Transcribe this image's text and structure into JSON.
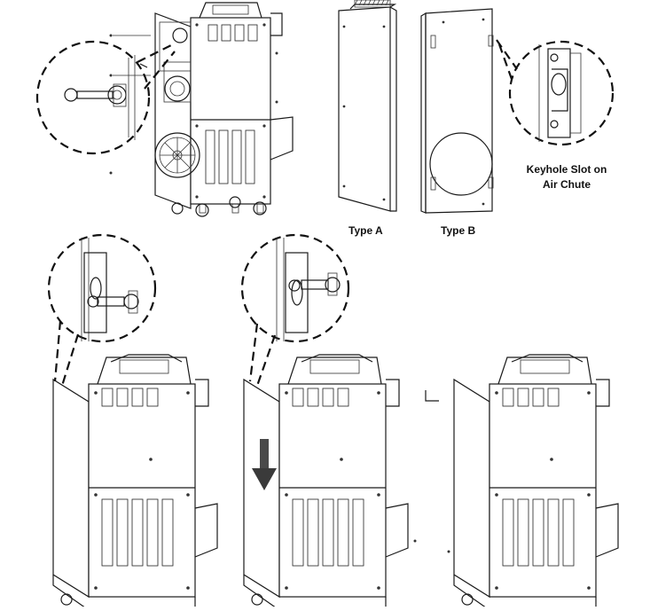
{
  "labels": {
    "type_a": "Type A",
    "type_b": "Type B",
    "keyhole_line1": "Keyhole Slot on",
    "keyhole_line2": "Air Chute"
  },
  "colors": {
    "line": "#1a1a1a",
    "background": "#ffffff",
    "arrow": "#444444"
  },
  "icons": {
    "down_arrow": "down-arrow-icon"
  }
}
